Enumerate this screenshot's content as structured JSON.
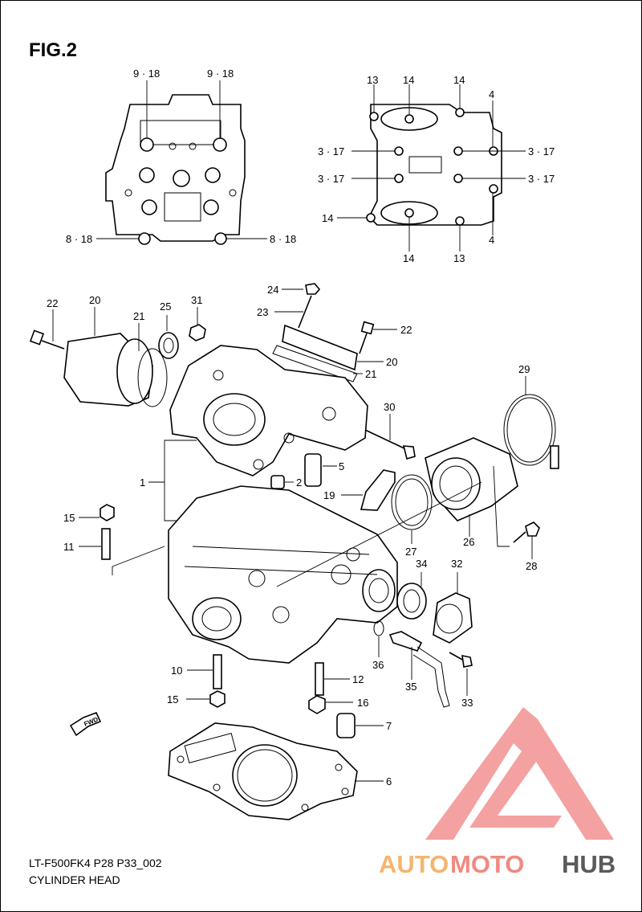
{
  "figure": {
    "title": "FIG.2",
    "caption_code": "LT-F500FK4 P28 P33_002",
    "caption_name": "CYLINDER HEAD"
  },
  "callouts": {
    "c9_18_left": "9 · 18",
    "c9_18_right": "9 · 18",
    "c8_18_left": "8 · 18",
    "c8_18_right": "8 · 18",
    "c13_top": "13",
    "c14_top_a": "14",
    "c14_top_b": "14",
    "c4_top": "4",
    "c3_17_left_a": "3 · 17",
    "c3_17_left_b": "3 · 17",
    "c3_17_right_a": "3 · 17",
    "c3_17_right_b": "3 · 17",
    "c14_left": "14",
    "c4_bottom": "4",
    "c14_bottom": "14",
    "c13_bottom": "13",
    "c22_left": "22",
    "c20_left": "20",
    "c21_left": "21",
    "c25": "25",
    "c31": "31",
    "c24": "24",
    "c23": "23",
    "c22_right": "22",
    "c20_right": "20",
    "c21_right": "21",
    "c29": "29",
    "c30": "30",
    "c5": "5",
    "c1": "1",
    "c2": "2",
    "c19": "19",
    "c15_top": "15",
    "c11": "11",
    "c27": "27",
    "c26": "26",
    "c28": "28",
    "c34": "34",
    "c32": "32",
    "c36": "36",
    "c35": "35",
    "c33": "33",
    "c10": "10",
    "c12": "12",
    "c15_bottom": "15",
    "c16": "16",
    "c7": "7",
    "c6": "6"
  },
  "fwd_label": "FWD",
  "watermark": {
    "text_a": "AUTO",
    "text_b": "MOTO",
    "text_c": "HUB",
    "color_a": "#f5b56e",
    "color_b": "#f08a80",
    "color_c": "#5a5a5a",
    "logo_color": "#f29090"
  }
}
